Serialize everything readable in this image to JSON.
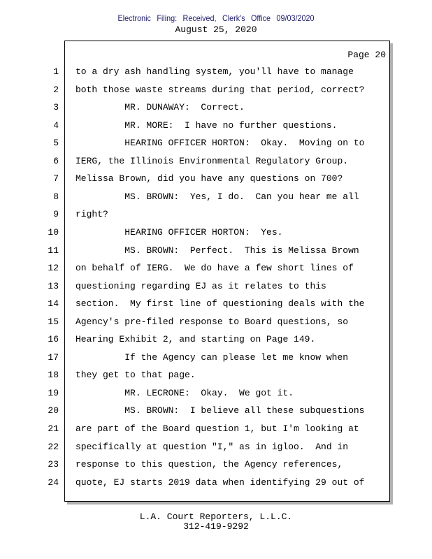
{
  "header": {
    "filing_stamp": "Electronic Filing: Received, Clerk's Office 09/03/2020",
    "date": "August 25, 2020"
  },
  "page_label": "Page 20",
  "lines": [
    {
      "n": "1",
      "text": "to a dry ash handling system, you'll have to manage"
    },
    {
      "n": "2",
      "text": "both those waste streams during that period, correct?"
    },
    {
      "n": "3",
      "text": "         MR. DUNAWAY:  Correct."
    },
    {
      "n": "4",
      "text": "         MR. MORE:  I have no further questions."
    },
    {
      "n": "5",
      "text": "         HEARING OFFICER HORTON:  Okay.  Moving on to"
    },
    {
      "n": "6",
      "text": "IERG, the Illinois Environmental Regulatory Group."
    },
    {
      "n": "7",
      "text": "Melissa Brown, did you have any questions on 700?"
    },
    {
      "n": "8",
      "text": "         MS. BROWN:  Yes, I do.  Can you hear me all"
    },
    {
      "n": "9",
      "text": "right?"
    },
    {
      "n": "10",
      "text": "         HEARING OFFICER HORTON:  Yes."
    },
    {
      "n": "11",
      "text": "         MS. BROWN:  Perfect.  This is Melissa Brown"
    },
    {
      "n": "12",
      "text": "on behalf of IERG.  We do have a few short lines of"
    },
    {
      "n": "13",
      "text": "questioning regarding EJ as it relates to this"
    },
    {
      "n": "14",
      "text": "section.  My first line of questioning deals with the"
    },
    {
      "n": "15",
      "text": "Agency's pre-filed response to Board questions, so"
    },
    {
      "n": "16",
      "text": "Hearing Exhibit 2, and starting on Page 149."
    },
    {
      "n": "17",
      "text": "         If the Agency can please let me know when"
    },
    {
      "n": "18",
      "text": "they get to that page."
    },
    {
      "n": "19",
      "text": "         MR. LECRONE:  Okay.  We got it."
    },
    {
      "n": "20",
      "text": "         MS. BROWN:  I believe all these subquestions"
    },
    {
      "n": "21",
      "text": "are part of the Board question 1, but I'm looking at"
    },
    {
      "n": "22",
      "text": "specifically at question \"I,\" as in igloo.  And in"
    },
    {
      "n": "23",
      "text": "response to this question, the Agency references,"
    },
    {
      "n": "24",
      "text": "quote, EJ starts 2019 data when identifying 29 out of"
    }
  ],
  "footer": {
    "company": "L.A. Court Reporters, L.L.C.",
    "phone": "312-419-9292"
  }
}
